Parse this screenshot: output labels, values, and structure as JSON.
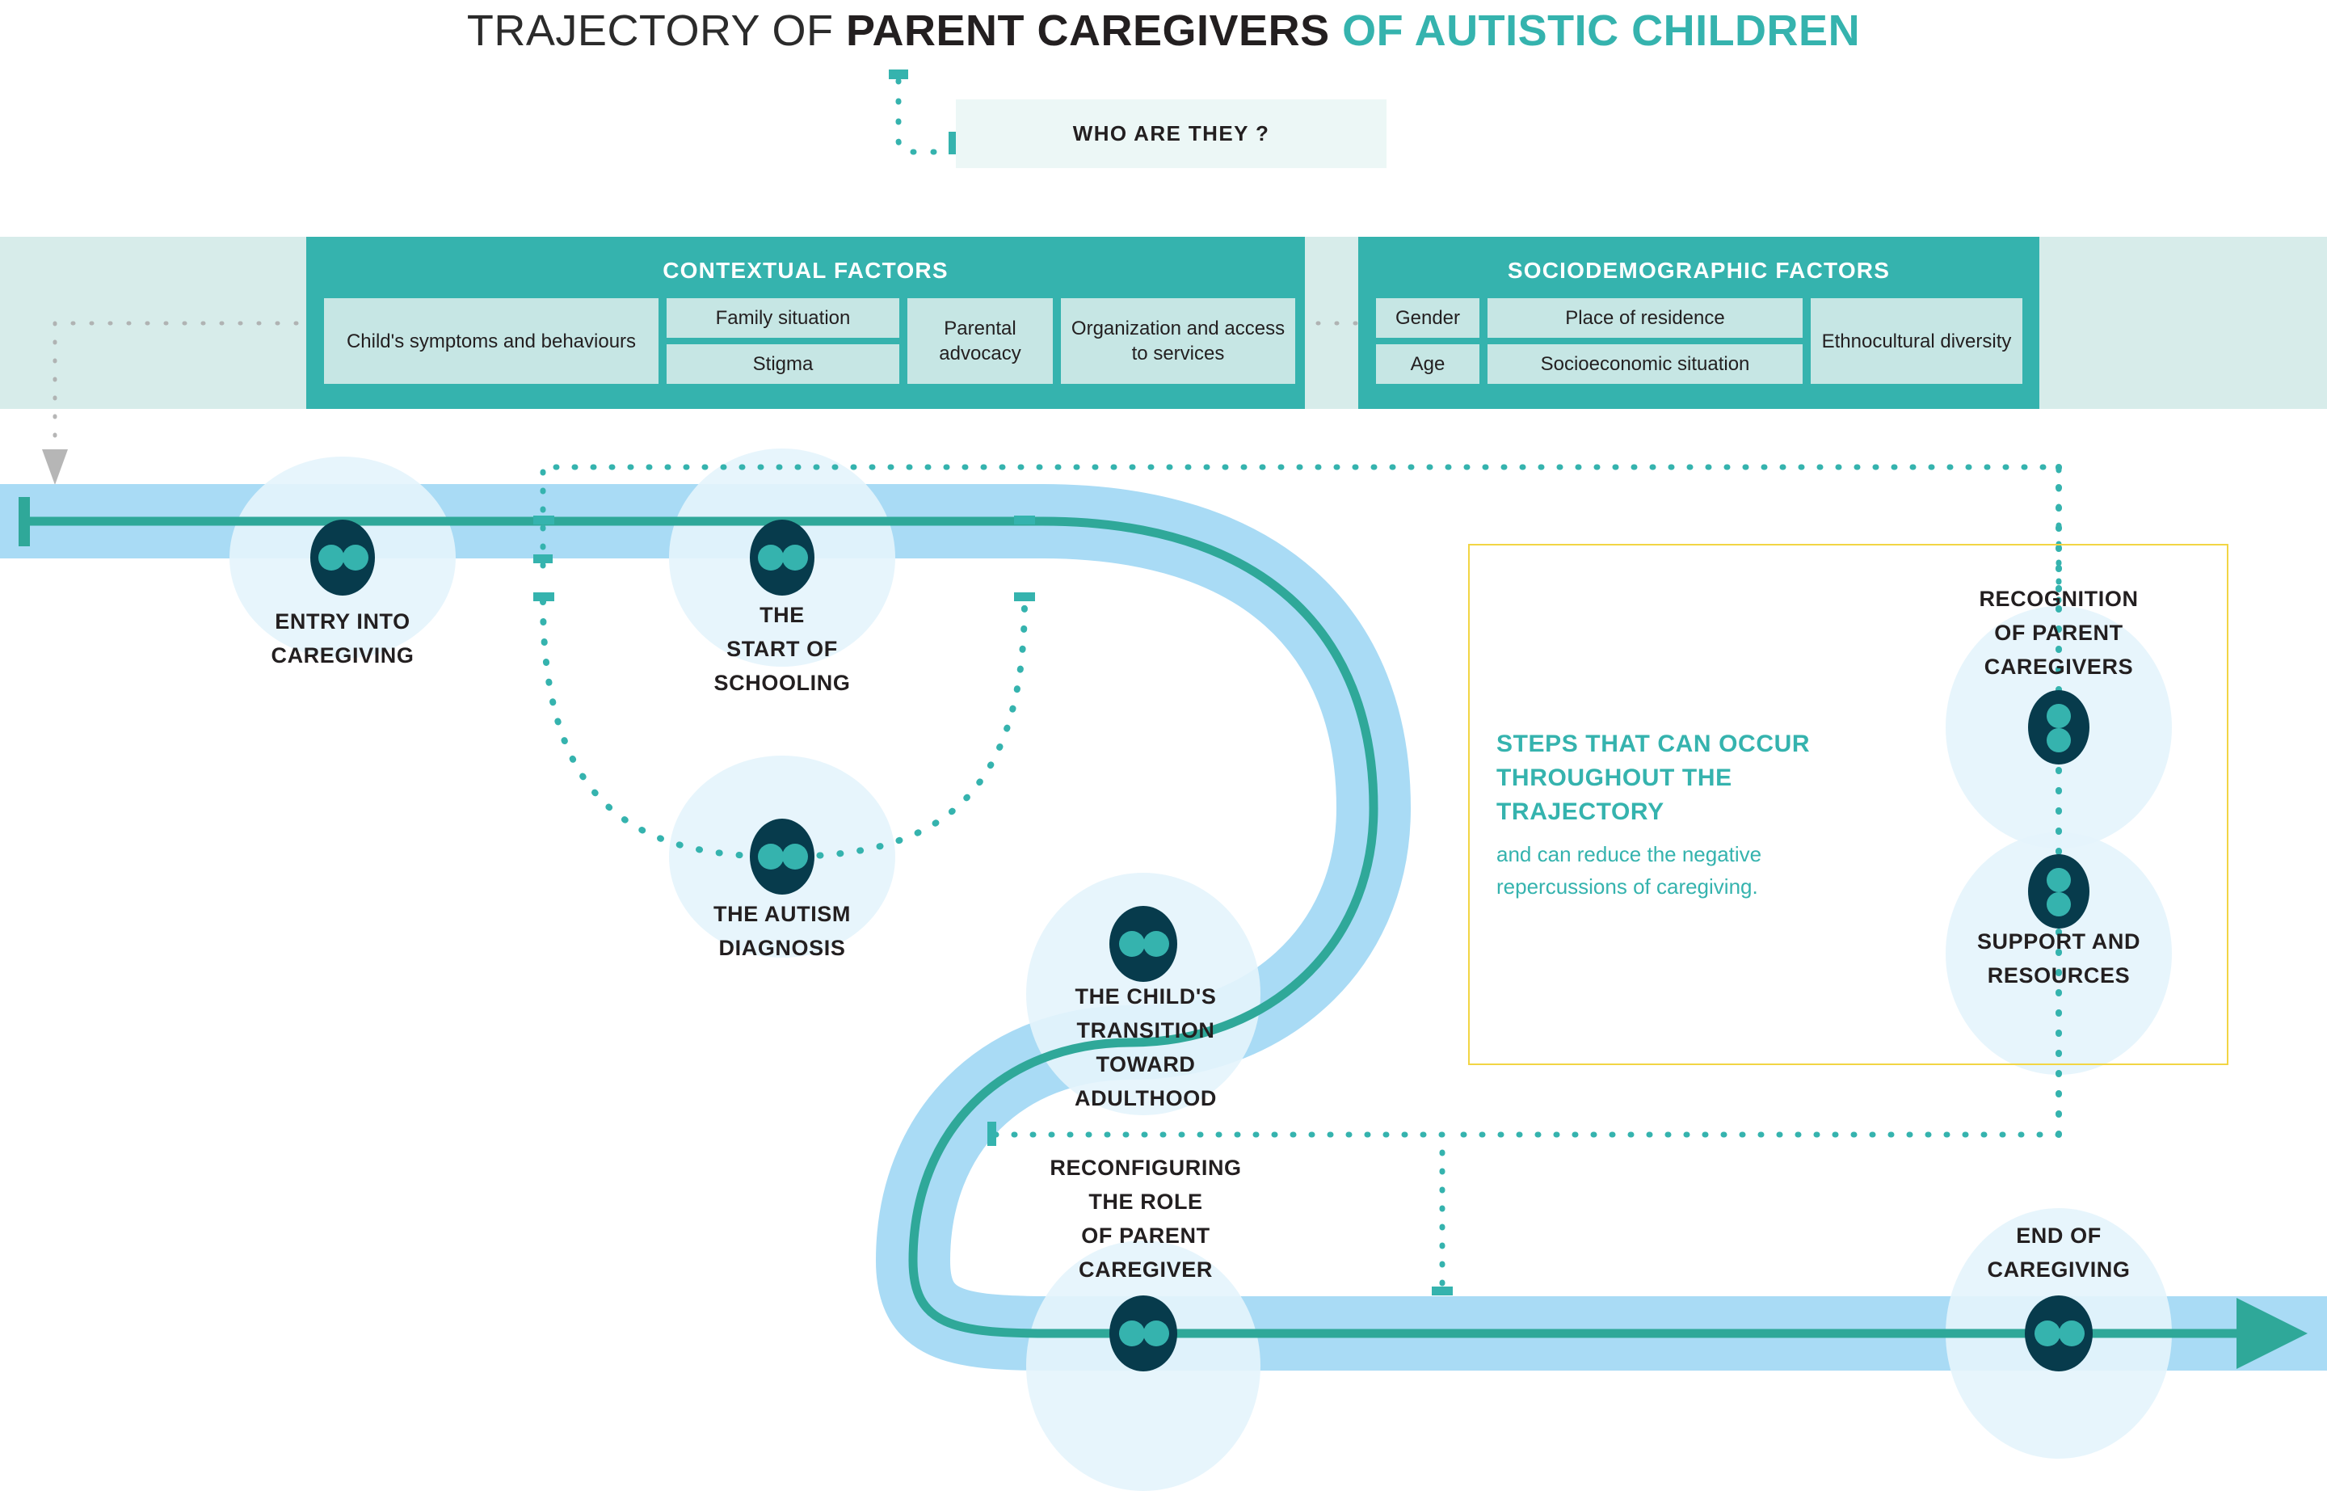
{
  "title": {
    "part_light": "TRAJECTORY OF ",
    "part_bold": "PARENT CAREGIVERS",
    "part_teal": " OF AUTISTIC CHILDREN"
  },
  "who_box": {
    "label": "WHO ARE THEY ?"
  },
  "factors": {
    "contextual": {
      "heading": "CONTEXTUAL FACTORS",
      "chips": [
        "Child's symptoms and behaviours",
        "Family situation",
        "Stigma",
        "Parental advocacy",
        "Organization and access to services"
      ]
    },
    "sociodemographic": {
      "heading": "SOCIODEMOGRAPHIC FACTORS",
      "chips": [
        "Gender",
        "Age",
        "Place of residence",
        "Socioeconomic situation",
        "Ethnocultural diversity"
      ]
    }
  },
  "steps_box": {
    "title": "STEPS THAT CAN OCCUR THROUGHOUT THE TRAJECTORY",
    "subtitle": "and can reduce the negative repercussions of caregiving."
  },
  "milestones": [
    {
      "id": "entry-into-caregiving",
      "label": "ENTRY INTO\nCAREGIVING"
    },
    {
      "id": "start-of-schooling",
      "label": "THE\nSTART OF\nSCHOOLING"
    },
    {
      "id": "autism-diagnosis",
      "label": "THE AUTISM\nDIAGNOSIS"
    },
    {
      "id": "childs-transition-adulthood",
      "label": "THE CHILD'S\nTRANSITION\nTOWARD\nADULTHOOD"
    },
    {
      "id": "reconfiguring-role",
      "label": "RECONFIGURING\nTHE ROLE\nOF PARENT\nCAREGIVER"
    },
    {
      "id": "recognition-parent-caregivers",
      "label": "RECOGNITION\nOF PARENT\nCAREGIVERS"
    },
    {
      "id": "support-and-resources",
      "label": "SUPPORT AND\nRESOURCES"
    },
    {
      "id": "end-of-caregiving",
      "label": "END OF\nCAREGIVING"
    }
  ],
  "colors": {
    "teal": "#35b3ae",
    "teal_dark": "#2fa899",
    "navy": "#073b4c",
    "band_light": "#d7ecea",
    "chip": "#c6e6e4",
    "road": "#a9dbf5",
    "halo": "#e4f4fc",
    "yellow": "#f2d544",
    "grey_dots": "#a9a9a9",
    "text": "#231f20"
  }
}
